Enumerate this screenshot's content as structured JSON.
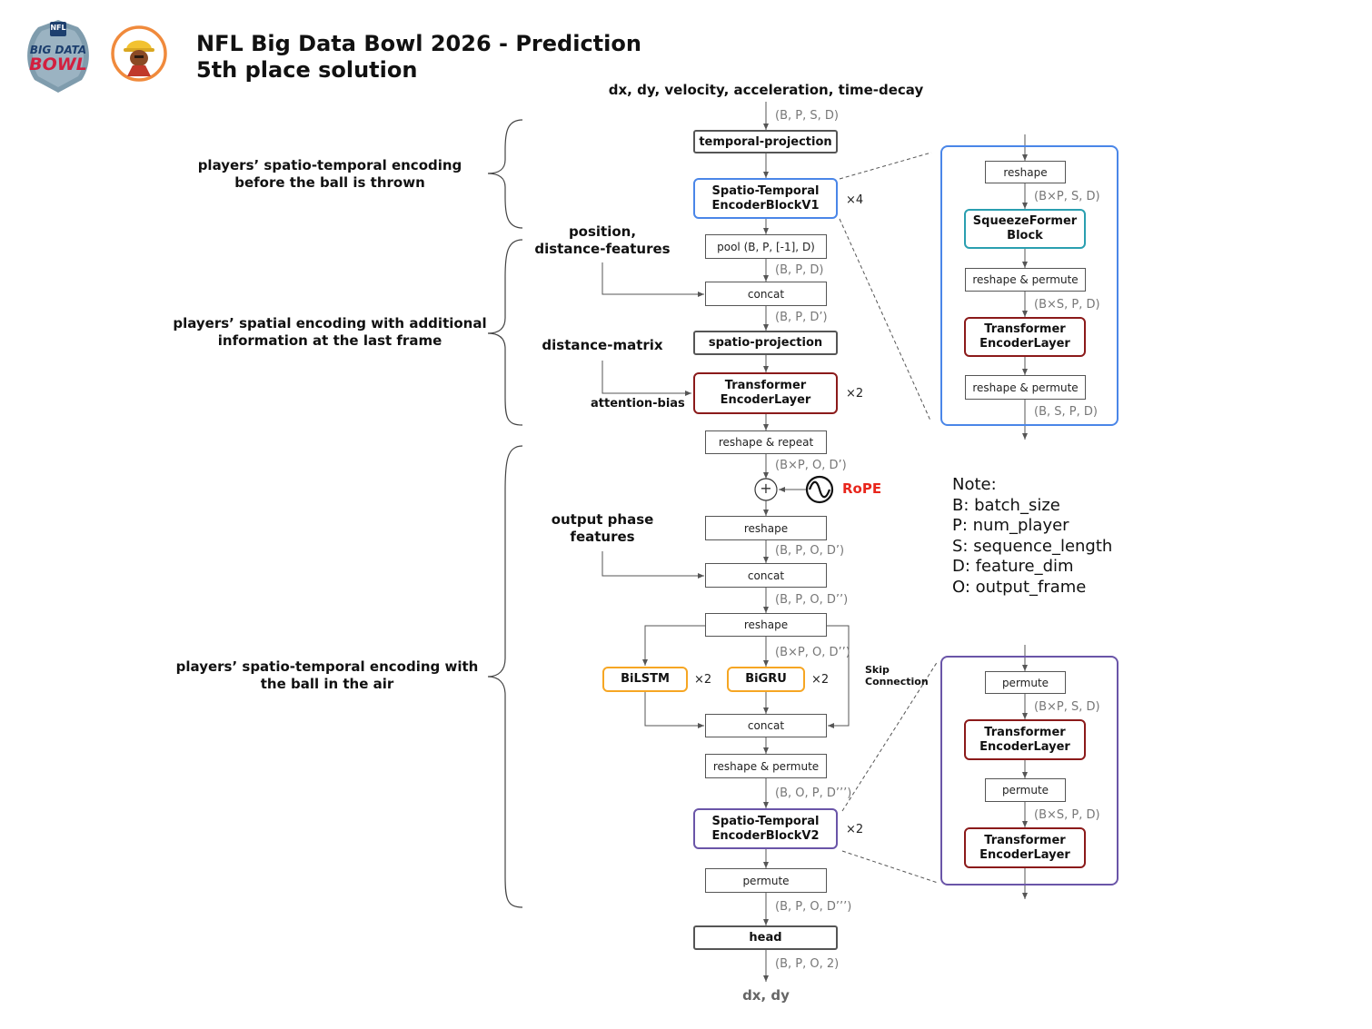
{
  "title": {
    "line1": "NFL Big Data Bowl 2026 - Prediction",
    "line2": "5th place solution"
  },
  "logos": [
    {
      "name": "nfl-big-data-bowl-logo",
      "lines": [
        "NFL",
        "BIG DATA",
        "BOWL"
      ],
      "colors": {
        "shield": "#7f9cad",
        "text": "#1d3f6e",
        "accent": "#d31f3f"
      }
    },
    {
      "name": "author-avatar",
      "colors": {
        "ring": "#f08a3c",
        "helmet": "#f2c230",
        "face": "#8a4a25"
      }
    }
  ],
  "top_input": "dx, dy, velocity, acceleration, time-decay",
  "bottom_output": "dx, dy",
  "sections": [
    {
      "lines": [
        "players’ spatio-temporal encoding",
        "before the ball is thrown"
      ]
    },
    {
      "lines": [
        "players’ spatial encoding with additional",
        "information at the last frame"
      ]
    },
    {
      "lines": [
        "players’ spatio-temporal encoding with",
        "the ball in the air"
      ]
    }
  ],
  "side_inputs": {
    "position": [
      "position,",
      "distance-features"
    ],
    "distance_matrix": "distance-matrix",
    "attention_bias": "attention-bias",
    "output_phase": [
      "output phase",
      "features"
    ],
    "skip": [
      "Skip",
      "Connection"
    ]
  },
  "nodes": {
    "temporal_projection": "temporal-projection",
    "st_block_v1": [
      "Spatio-Temporal",
      "EncoderBlockV1"
    ],
    "pool": "pool (B, P, [-1], D)",
    "concat1": "concat",
    "spatio_projection": "spatio-projection",
    "transformer1": [
      "Transformer",
      "EncoderLayer"
    ],
    "reshape_repeat": "reshape & repeat",
    "plus": "+",
    "rope": "RoPE",
    "reshape1": "reshape",
    "concat2": "concat",
    "reshape2": "reshape",
    "bilstm": "BiLSTM",
    "bigru": "BiGRU",
    "concat3": "concat",
    "reshape_permute": "reshape & permute",
    "st_block_v2": [
      "Spatio-Temporal",
      "EncoderBlockV2"
    ],
    "permute": "permute",
    "head": "head"
  },
  "multipliers": {
    "st_block_v1": "×4",
    "transformer1": "×2",
    "bilstm": "×2",
    "bigru": "×2",
    "st_block_v2": "×2"
  },
  "dims": {
    "d1": "(B, P, S, D)",
    "d2": "(B, P, D)",
    "d3": "(B, P, D’)",
    "d4": "(B×P, O, D’)",
    "d5": "(B, P, O, D’)",
    "d6": "(B, P, O, D’’)",
    "d7": "(B×P, O, D’’)",
    "d8": "(B, O, P, D’’’)",
    "d9": "(B, P, O, D’’’)",
    "d10": "(B, P, O, 2)"
  },
  "panel_v1": {
    "reshape": "reshape",
    "dim1": "(B×P, S, D)",
    "squeeze": [
      "SqueezeFormer",
      "Block"
    ],
    "reshape_permute1": "reshape & permute",
    "dim2": "(B×S, P, D)",
    "transformer": [
      "Transformer",
      "EncoderLayer"
    ],
    "reshape_permute2": "reshape & permute",
    "dim3": "(B, S, P, D)"
  },
  "panel_v2": {
    "permute1": "permute",
    "dim1": "(B×P, S, D)",
    "transformer1": [
      "Transformer",
      "EncoderLayer"
    ],
    "permute2": "permute",
    "dim2": "(B×S, P, D)",
    "transformer2": [
      "Transformer",
      "EncoderLayer"
    ]
  },
  "note": {
    "heading": "Note:",
    "items": [
      "B: batch_size",
      "P: num_player",
      "S: sequence_length",
      "D: feature_dim",
      "O: output_frame"
    ]
  },
  "colors": {
    "blue_block": "#4a86e8",
    "red_block": "#8b1a1a",
    "teal_block": "#2a9fb0",
    "purple_block": "#6a55a8",
    "orange_block": "#f6a623",
    "rope_text": "#e8261c"
  }
}
